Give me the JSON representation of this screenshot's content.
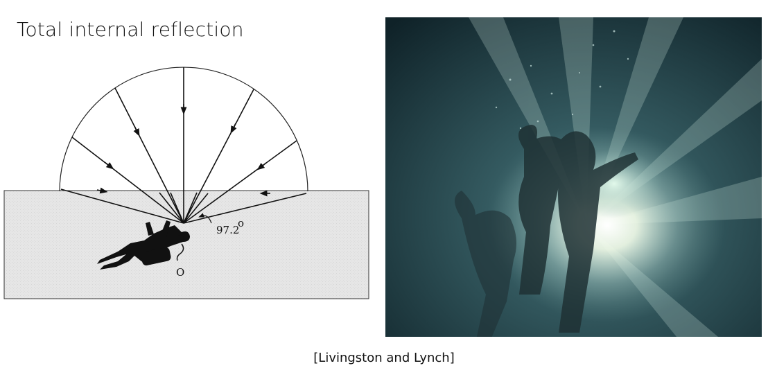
{
  "title": "Total internal reflection",
  "diagram": {
    "angle_value": "97.2",
    "angle_unit": "o",
    "observer_label": "O",
    "water_color": "#e6e6e6"
  },
  "photo": {
    "description_icon": "underwater-divers-photo"
  },
  "caption": "[Livingston and Lynch]"
}
